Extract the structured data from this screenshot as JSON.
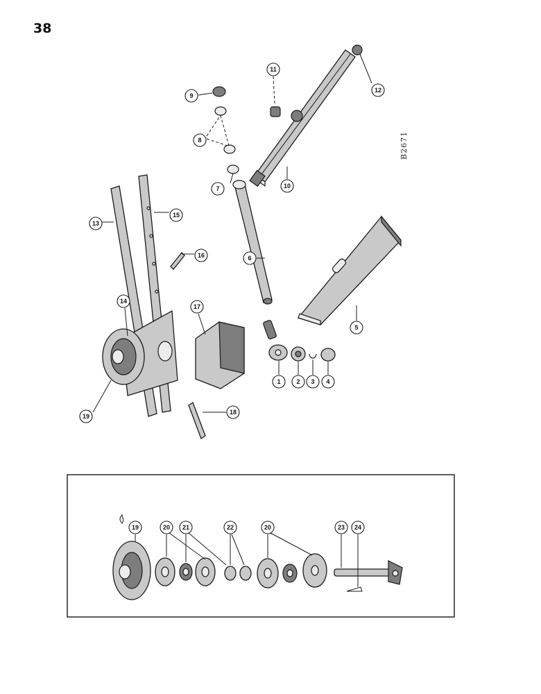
{
  "page_number": "38",
  "figure_code": "B2671",
  "callouts_main": [
    "1",
    "2",
    "3",
    "4",
    "5",
    "6",
    "7",
    "8",
    "9",
    "10",
    "11",
    "12",
    "13",
    "14",
    "15",
    "16",
    "17",
    "18",
    "19"
  ],
  "callouts_inset": [
    "19",
    "20",
    "21",
    "22",
    "20",
    "23",
    "24"
  ]
}
